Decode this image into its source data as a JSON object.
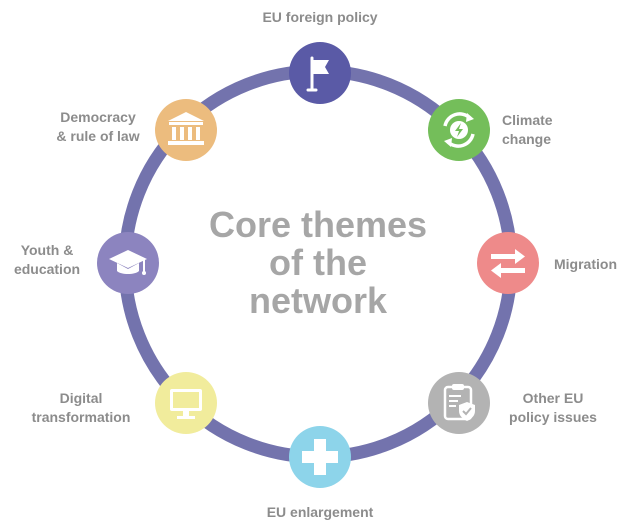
{
  "center_title": "Core themes\nof the\nnetwork",
  "colors": {
    "ring": "#7373ad",
    "label": "#8c8c8c",
    "center_text": "#a6a6a6"
  },
  "themes": [
    {
      "label": "EU foreign policy",
      "icon": "flag-icon",
      "color": "#5a5aa6"
    },
    {
      "label": "Climate\nchange",
      "icon": "recycle-energy-icon",
      "color": "#74be5a"
    },
    {
      "label": "Migration",
      "icon": "arrows-exchange-icon",
      "color": "#ee8a8a"
    },
    {
      "label": "Other EU\npolicy issues",
      "icon": "clipboard-shield-icon",
      "color": "#b3b3b3"
    },
    {
      "label": "EU enlargement",
      "icon": "plus-icon",
      "color": "#8dd4ea"
    },
    {
      "label": "Digital\ntransformation",
      "icon": "monitor-icon",
      "color": "#f1ec9c"
    },
    {
      "label": "Youth &\neducation",
      "icon": "graduation-cap-icon",
      "color": "#8c84bf"
    },
    {
      "label": "Democracy\n& rule of law",
      "icon": "institution-icon",
      "color": "#ecbc7e"
    }
  ]
}
